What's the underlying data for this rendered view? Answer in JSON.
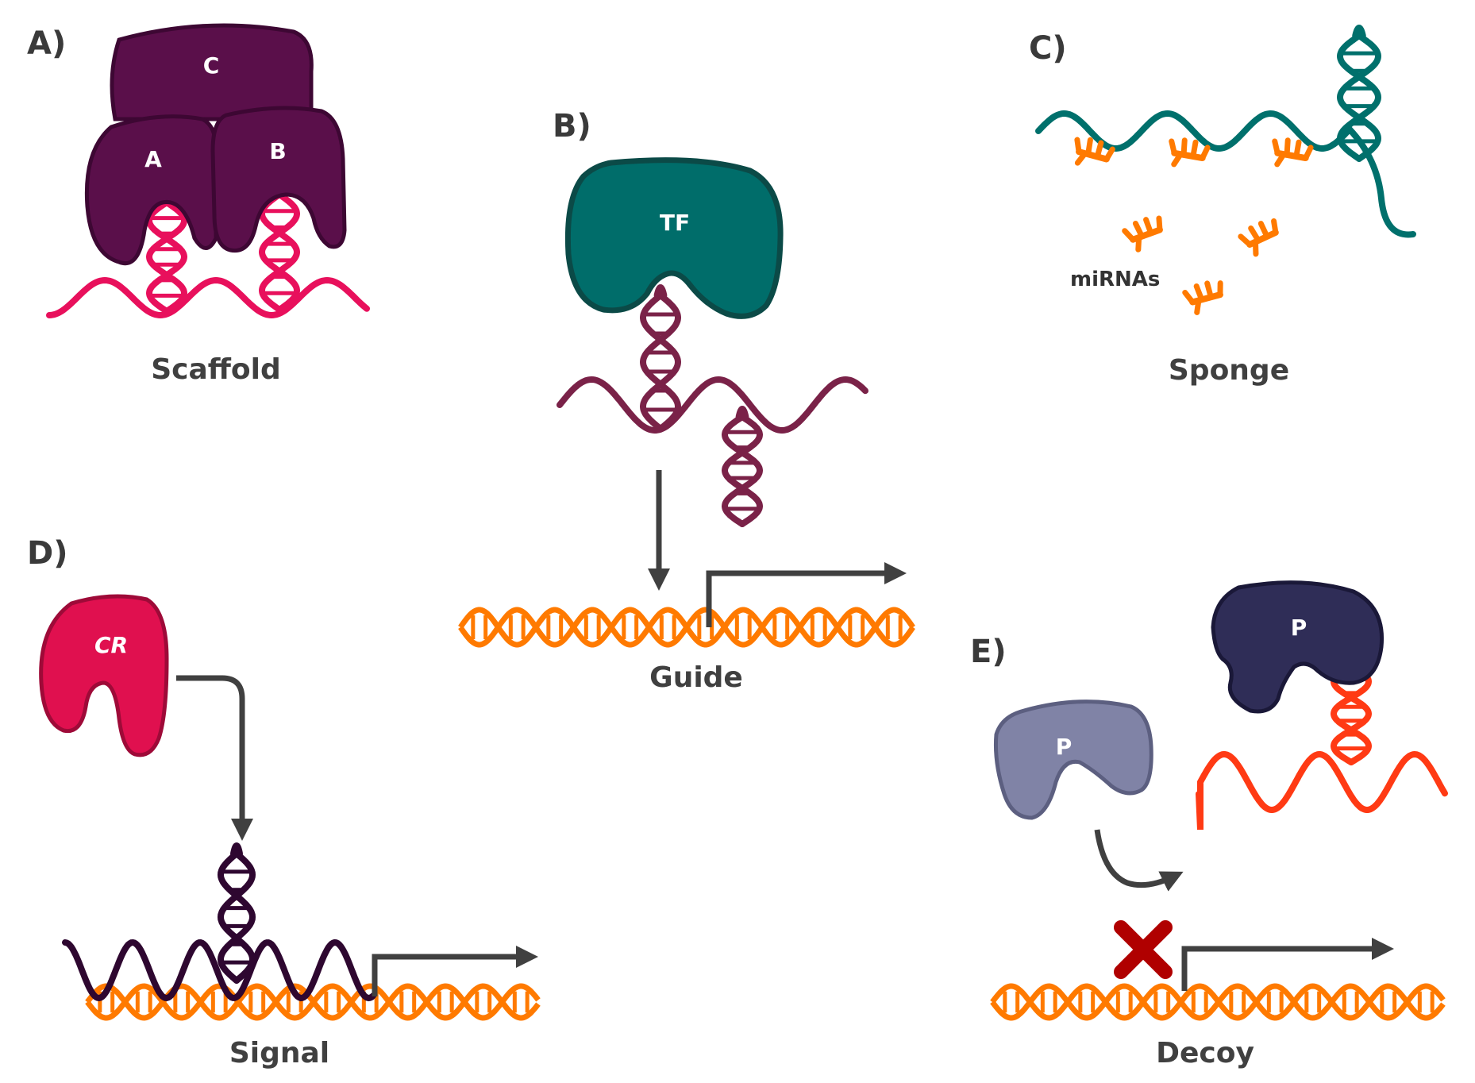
{
  "colors": {
    "scaffold_protein": "#5a0f4a",
    "scaffold_protein_outline": "#3d0733",
    "scaffold_rna": "#e8105c",
    "tf_protein": "#006d6a",
    "tf_outline": "#0b4a47",
    "guide_rna": "#7a2248",
    "dna": "#ff7a00",
    "sponge_rna": "#00706c",
    "mirna": "#ff7a00",
    "cr_protein": "#e0104f",
    "cr_outline": "#9e0a38",
    "signal_rna": "#2e0730",
    "decoy_p_light": "#8083a6",
    "decoy_p_light_outline": "#5c5f80",
    "decoy_p_dark": "#2f2d57",
    "decoy_p_dark_outline": "#1a1838",
    "decoy_rna": "#ff3a14",
    "block_x": "#b00000",
    "arrow": "#404040"
  },
  "panels": {
    "a": {
      "letter": "A)",
      "caption": "Scaffold",
      "proteins": [
        "C",
        "A",
        "B"
      ]
    },
    "b": {
      "letter": "B)",
      "caption": "Guide",
      "protein": "TF"
    },
    "c": {
      "letter": "C)",
      "caption": "Sponge",
      "mirna_label": "miRNAs"
    },
    "d": {
      "letter": "D)",
      "caption": "Signal",
      "protein": "CR"
    },
    "e": {
      "letter": "E)",
      "caption": "Decoy",
      "protein_free": "P",
      "protein_bound": "P"
    }
  },
  "icons": {
    "arrow": "arrow-icon",
    "transcription_start": "transcription-start-arrow-icon",
    "block": "block-x-icon"
  }
}
